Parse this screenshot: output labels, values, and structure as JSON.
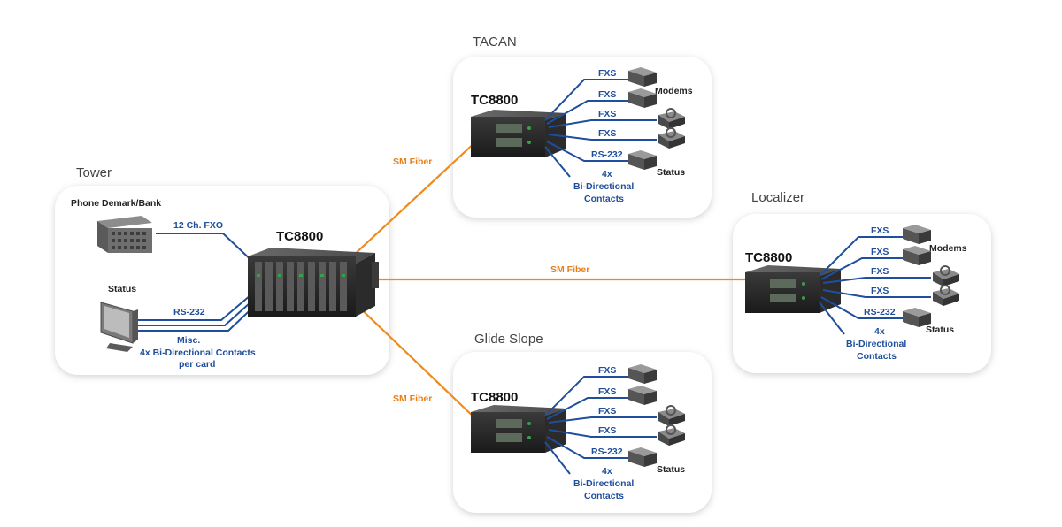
{
  "colors": {
    "fiber": "#f08a1c",
    "copper": "#1f4f9c",
    "panel": "#ffffff",
    "shadow": "#cfcfcf"
  },
  "tower": {
    "title": "Tower",
    "phone_bank_label": "Phone Demark/Bank",
    "fxo_label": "12 Ch. FXO",
    "device_label": "TC8800",
    "status_label": "Status",
    "rs232_label": "RS-232",
    "misc_label": "Misc.",
    "contacts_line1": "4x Bi-Directional Contacts",
    "contacts_line2": "per card"
  },
  "tacan": {
    "title": "TACAN",
    "device_label": "TC8800",
    "fxs": [
      "FXS",
      "FXS",
      "FXS",
      "FXS"
    ],
    "modems_label": "Modems",
    "rs232_label": "RS-232",
    "status_label": "Status",
    "contacts_count": "4x",
    "contacts_line1": "Bi-Directional",
    "contacts_line2": "Contacts"
  },
  "localizer": {
    "title": "Localizer",
    "device_label": "TC8800",
    "fxs": [
      "FXS",
      "FXS",
      "FXS",
      "FXS"
    ],
    "modems_label": "Modems",
    "rs232_label": "RS-232",
    "status_label": "Status",
    "contacts_count": "4x",
    "contacts_line1": "Bi-Directional",
    "contacts_line2": "Contacts"
  },
  "glide": {
    "title": "Glide Slope",
    "device_label": "TC8800",
    "fxs": [
      "FXS",
      "FXS",
      "FXS",
      "FXS"
    ],
    "rs232_label": "RS-232",
    "status_label": "Status",
    "contacts_count": "4x",
    "contacts_line1": "Bi-Directional",
    "contacts_line2": "Contacts"
  },
  "links": {
    "tacan_label": "SM Fiber",
    "localizer_label": "SM Fiber",
    "glide_label": "SM Fiber"
  }
}
